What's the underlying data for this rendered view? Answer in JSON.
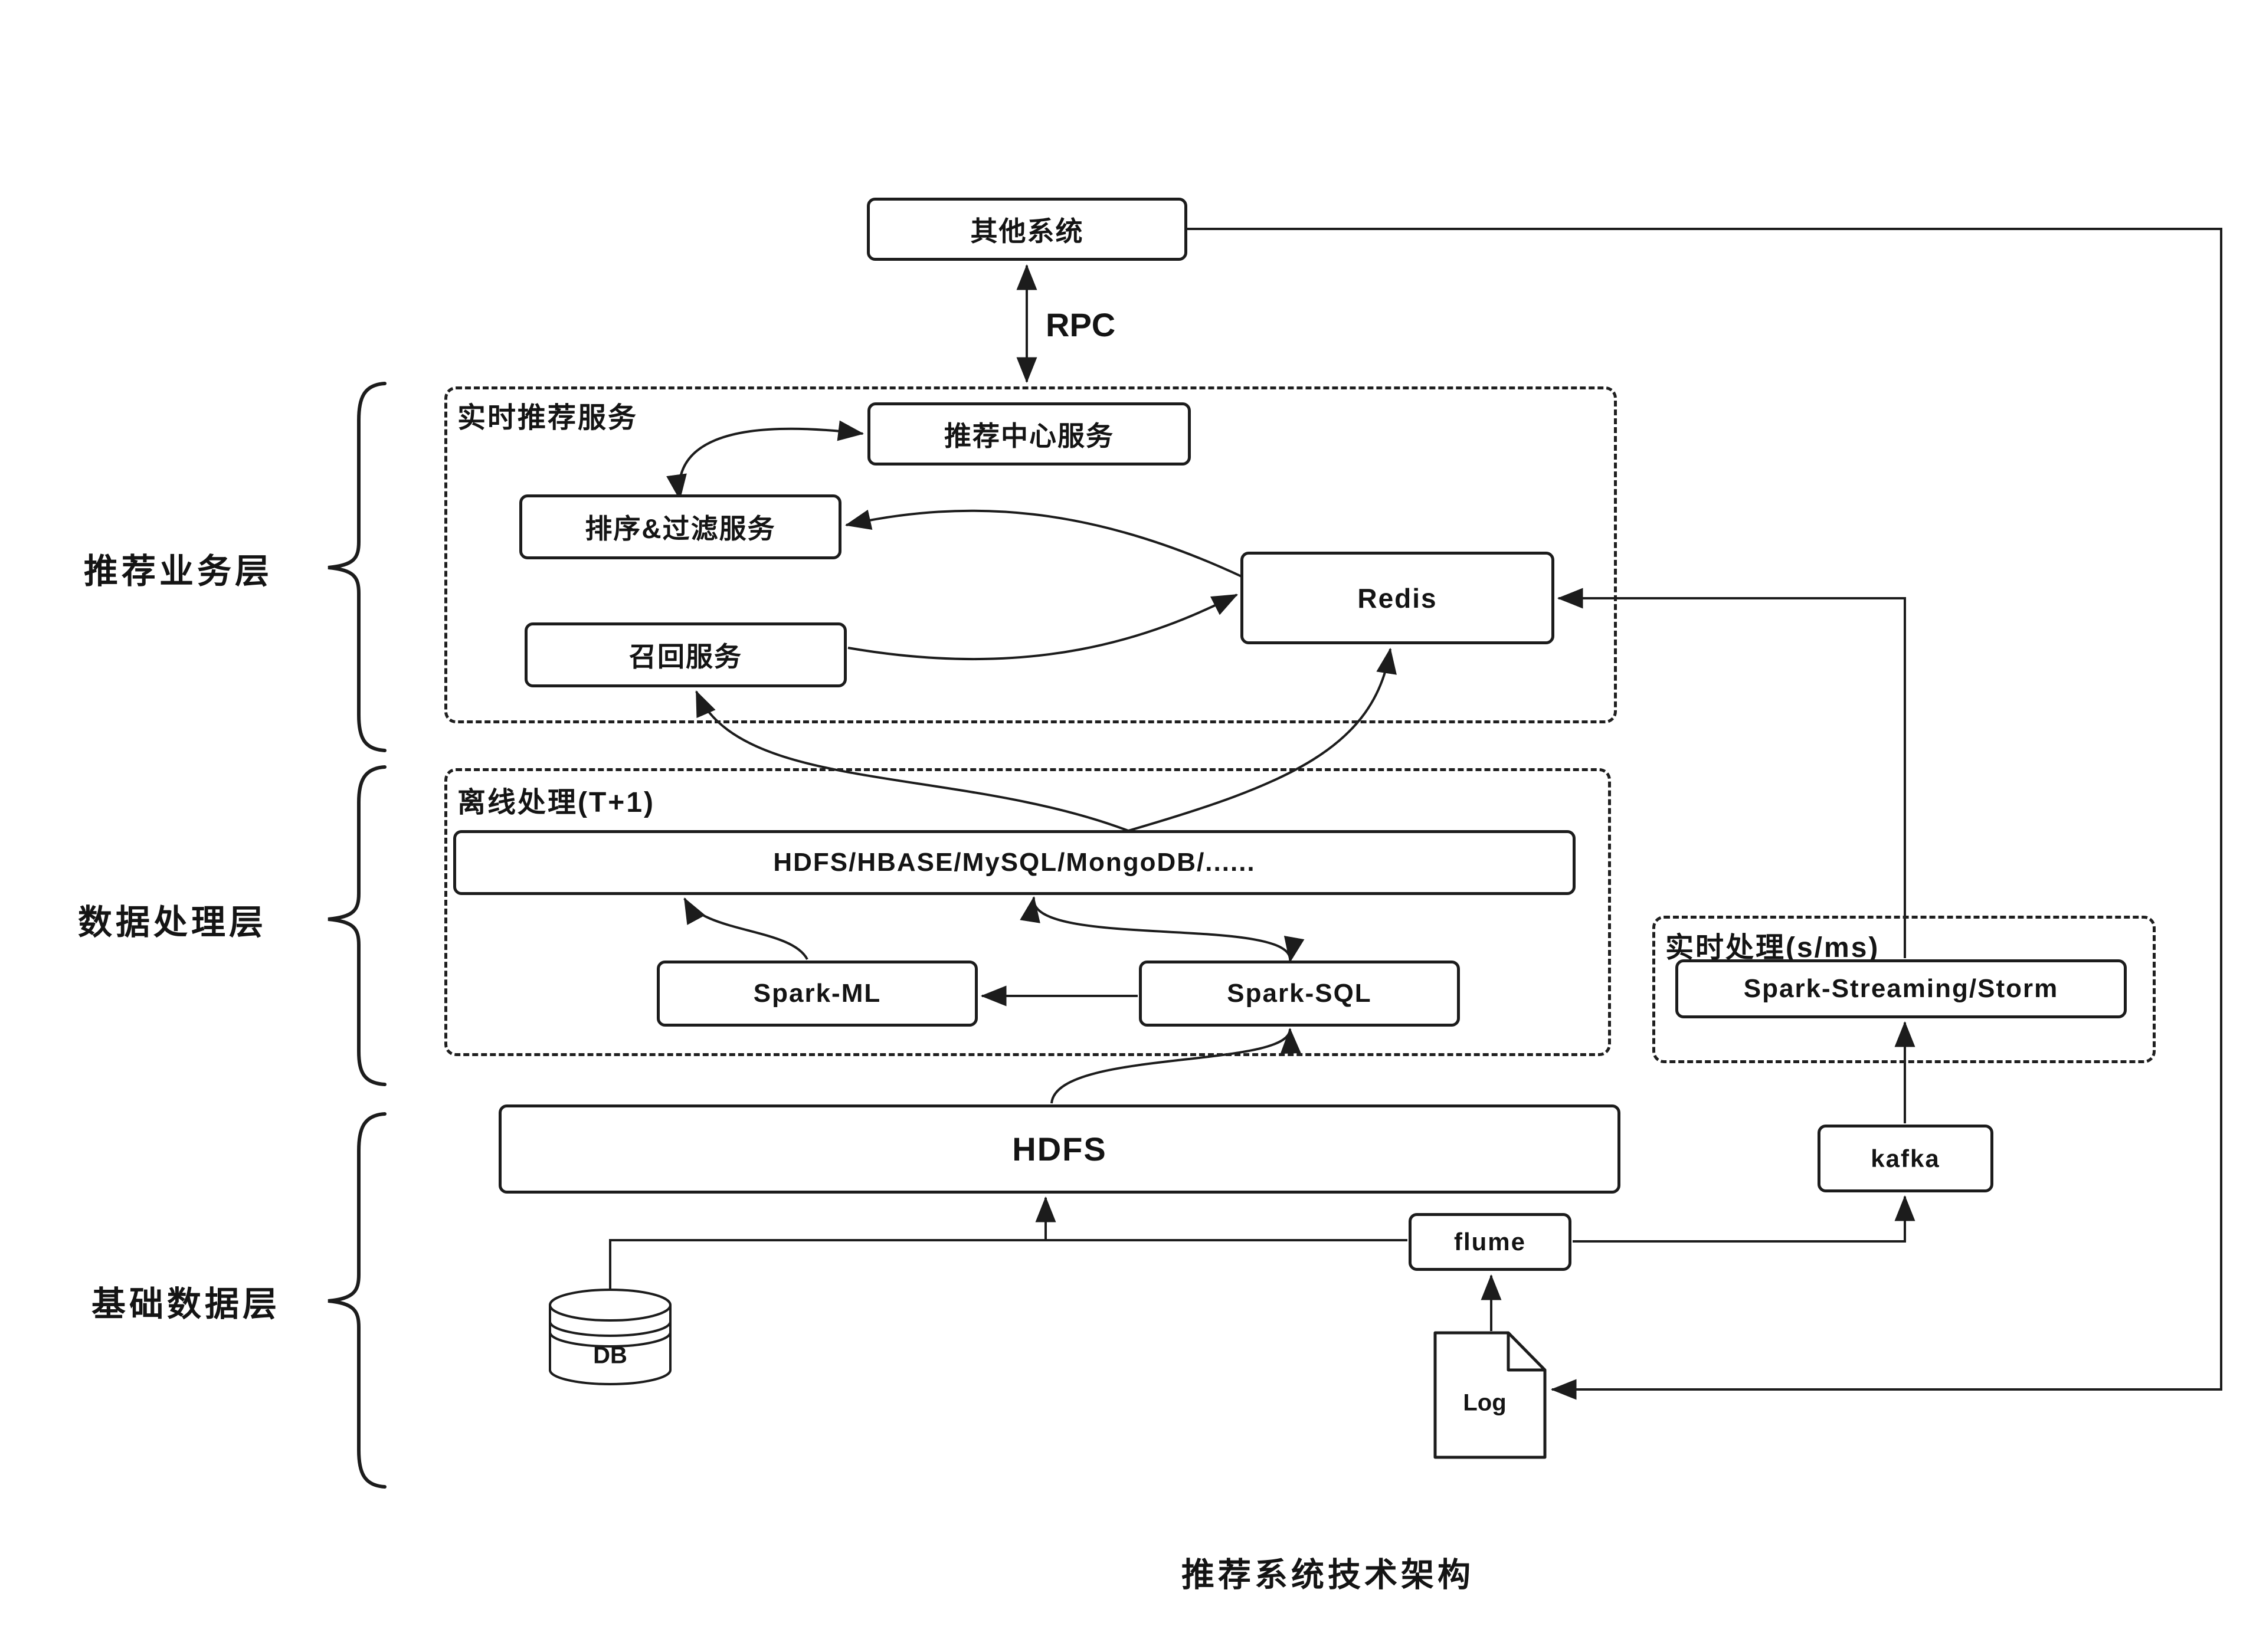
{
  "title": "推荐系统技术架构",
  "side_labels": {
    "business_layer": "推荐业务层",
    "processing_layer": "数据处理层",
    "base_data_layer": "基础数据层"
  },
  "groups": {
    "realtime_service": "实时推荐服务",
    "offline_processing": "离线处理(T+1)",
    "realtime_processing": "实时处理(s/ms)"
  },
  "nodes": {
    "other_system": "其他系统",
    "rec_center_service": "推荐中心服务",
    "rank_filter_service": "排序&过滤服务",
    "recall_service": "召回服务",
    "redis": "Redis",
    "storage": "HDFS/HBASE/MySQL/MongoDB/......",
    "spark_ml": "Spark-ML",
    "spark_sql": "Spark-SQL",
    "spark_streaming": "Spark-Streaming/Storm",
    "hdfs": "HDFS",
    "kafka": "kafka",
    "flume": "flume",
    "db": "DB",
    "log": "Log"
  },
  "edges": {
    "rpc_label": "RPC"
  },
  "colors": {
    "stroke": "#1c1c1c",
    "background": "#ffffff"
  }
}
